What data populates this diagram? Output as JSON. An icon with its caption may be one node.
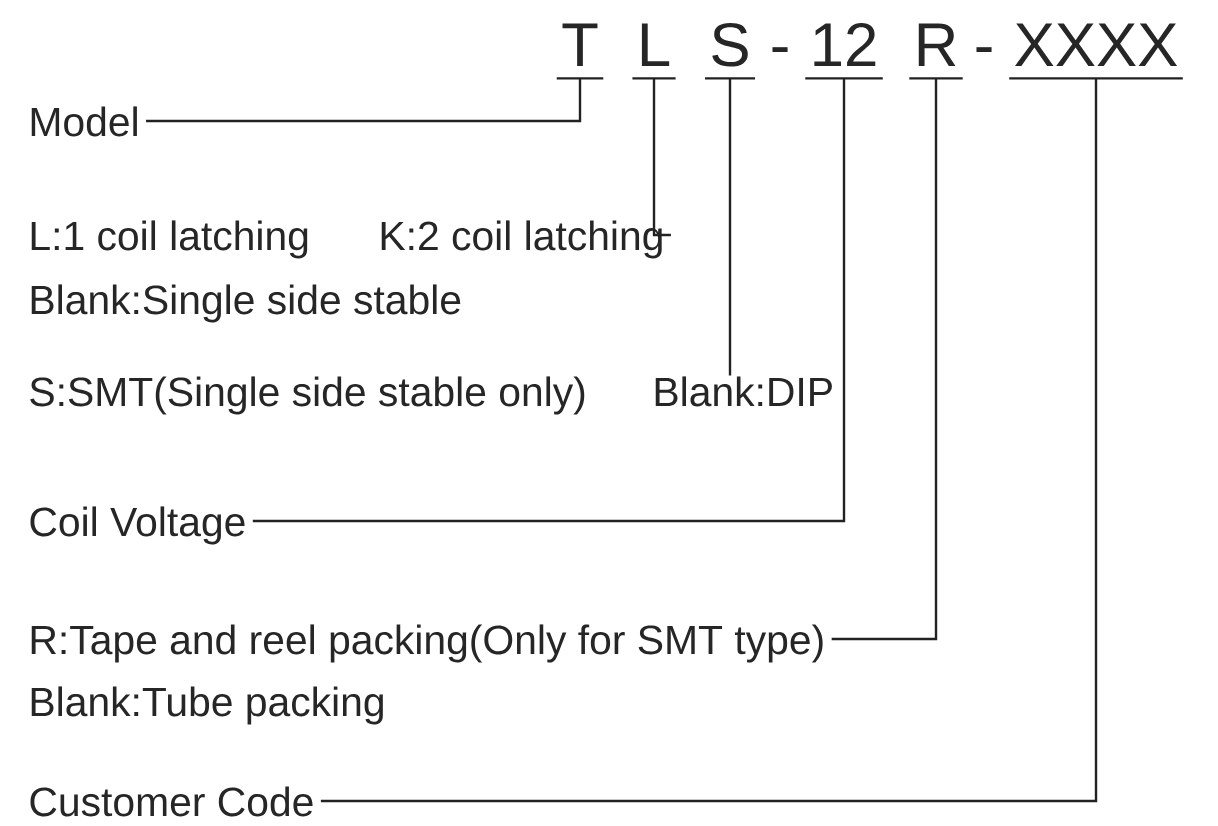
{
  "diagram": {
    "nodes": [
      {
        "text": [
          "T"
        ]
      },
      {
        "text": [
          "L"
        ]
      },
      {
        "text": [
          "S"
        ]
      },
      {
        "text": [
          "12"
        ]
      },
      {
        "text": [
          "R"
        ]
      },
      {
        "text": [
          "XXXX"
        ]
      },
      {
        "text": [
          "Model"
        ]
      },
      {
        "text": [
          "K:2 coil latching"
        ]
      },
      {
        "text": [
          "Blank:DIP"
        ]
      },
      {
        "text": [
          "Coil Voltage"
        ]
      },
      {
        "text": [
          "R:Tape and reel packing(Only for SMT type)"
        ]
      },
      {
        "text": [
          "Customer Code"
        ]
      }
    ],
    "edges": [
      {
        "from": 0,
        "to": 6,
        "arrow": "none"
      },
      {
        "from": 1,
        "to": 7,
        "arrow": "none"
      },
      {
        "from": 2,
        "to": 8,
        "arrow": "none"
      },
      {
        "from": 3,
        "to": 9,
        "arrow": "none"
      },
      {
        "from": 4,
        "to": 10,
        "arrow": "none"
      },
      {
        "from": 5,
        "to": 11,
        "arrow": "none"
      }
    ],
    "labels": [
      "-",
      "-",
      "L:1 coil latching",
      "Blank:Single side stable",
      "S:SMT(Single side stable only)",
      "Blank:Tube packing"
    ]
  }
}
